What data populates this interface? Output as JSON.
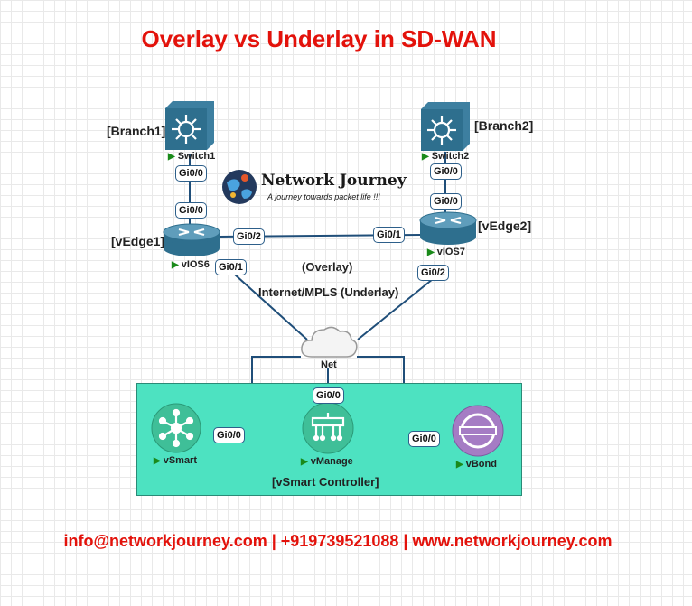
{
  "title": "Overlay vs Underlay in SD-WAN",
  "logo": {
    "name": "Network Journey",
    "tagline": "A journey towards packet life !!!"
  },
  "sites": {
    "branch1": "[Branch1]",
    "branch2": "[Branch2]"
  },
  "devices": {
    "switch1": "Switch1",
    "switch2": "Switch2",
    "vedge1_site": "[vEdge1]",
    "vedge2_site": "[vEdge2]",
    "vedge1": "vIOS6",
    "vedge2": "vIOS7",
    "cloud": "Net",
    "vsmart": "vSmart",
    "vmanage": "vManage",
    "vbond": "vBond"
  },
  "ports": {
    "sw1_down": "Gi0/0",
    "ve1_up": "Gi0/0",
    "sw2_down": "Gi0/0",
    "ve2_up": "Gi0/0",
    "ve1_overlay": "Gi0/2",
    "ve2_overlay": "Gi0/1",
    "ve1_wan": "Gi0/1",
    "ve2_wan": "Gi0/2",
    "vmanage": "Gi0/0",
    "vsmart": "Gi0/0",
    "vbond": "Gi0/0"
  },
  "link_labels": {
    "overlay": "(Overlay)",
    "underlay": "Internet/MPLS (Underlay)"
  },
  "controller_group": "[vSmart Controller]",
  "footer": "info@networkjourney.com | +919739521088 | www.networkjourney.com",
  "colors": {
    "title": "#e3120b",
    "controller_bg": "#4de2c1",
    "device_blue": "#2e6f8e",
    "controller_icon": "#3fbf98",
    "vbond_icon": "#a57cc4",
    "port_border": "#2d5f8a",
    "link": "#1f4e79",
    "status_triangle": "#1a8a1a"
  }
}
